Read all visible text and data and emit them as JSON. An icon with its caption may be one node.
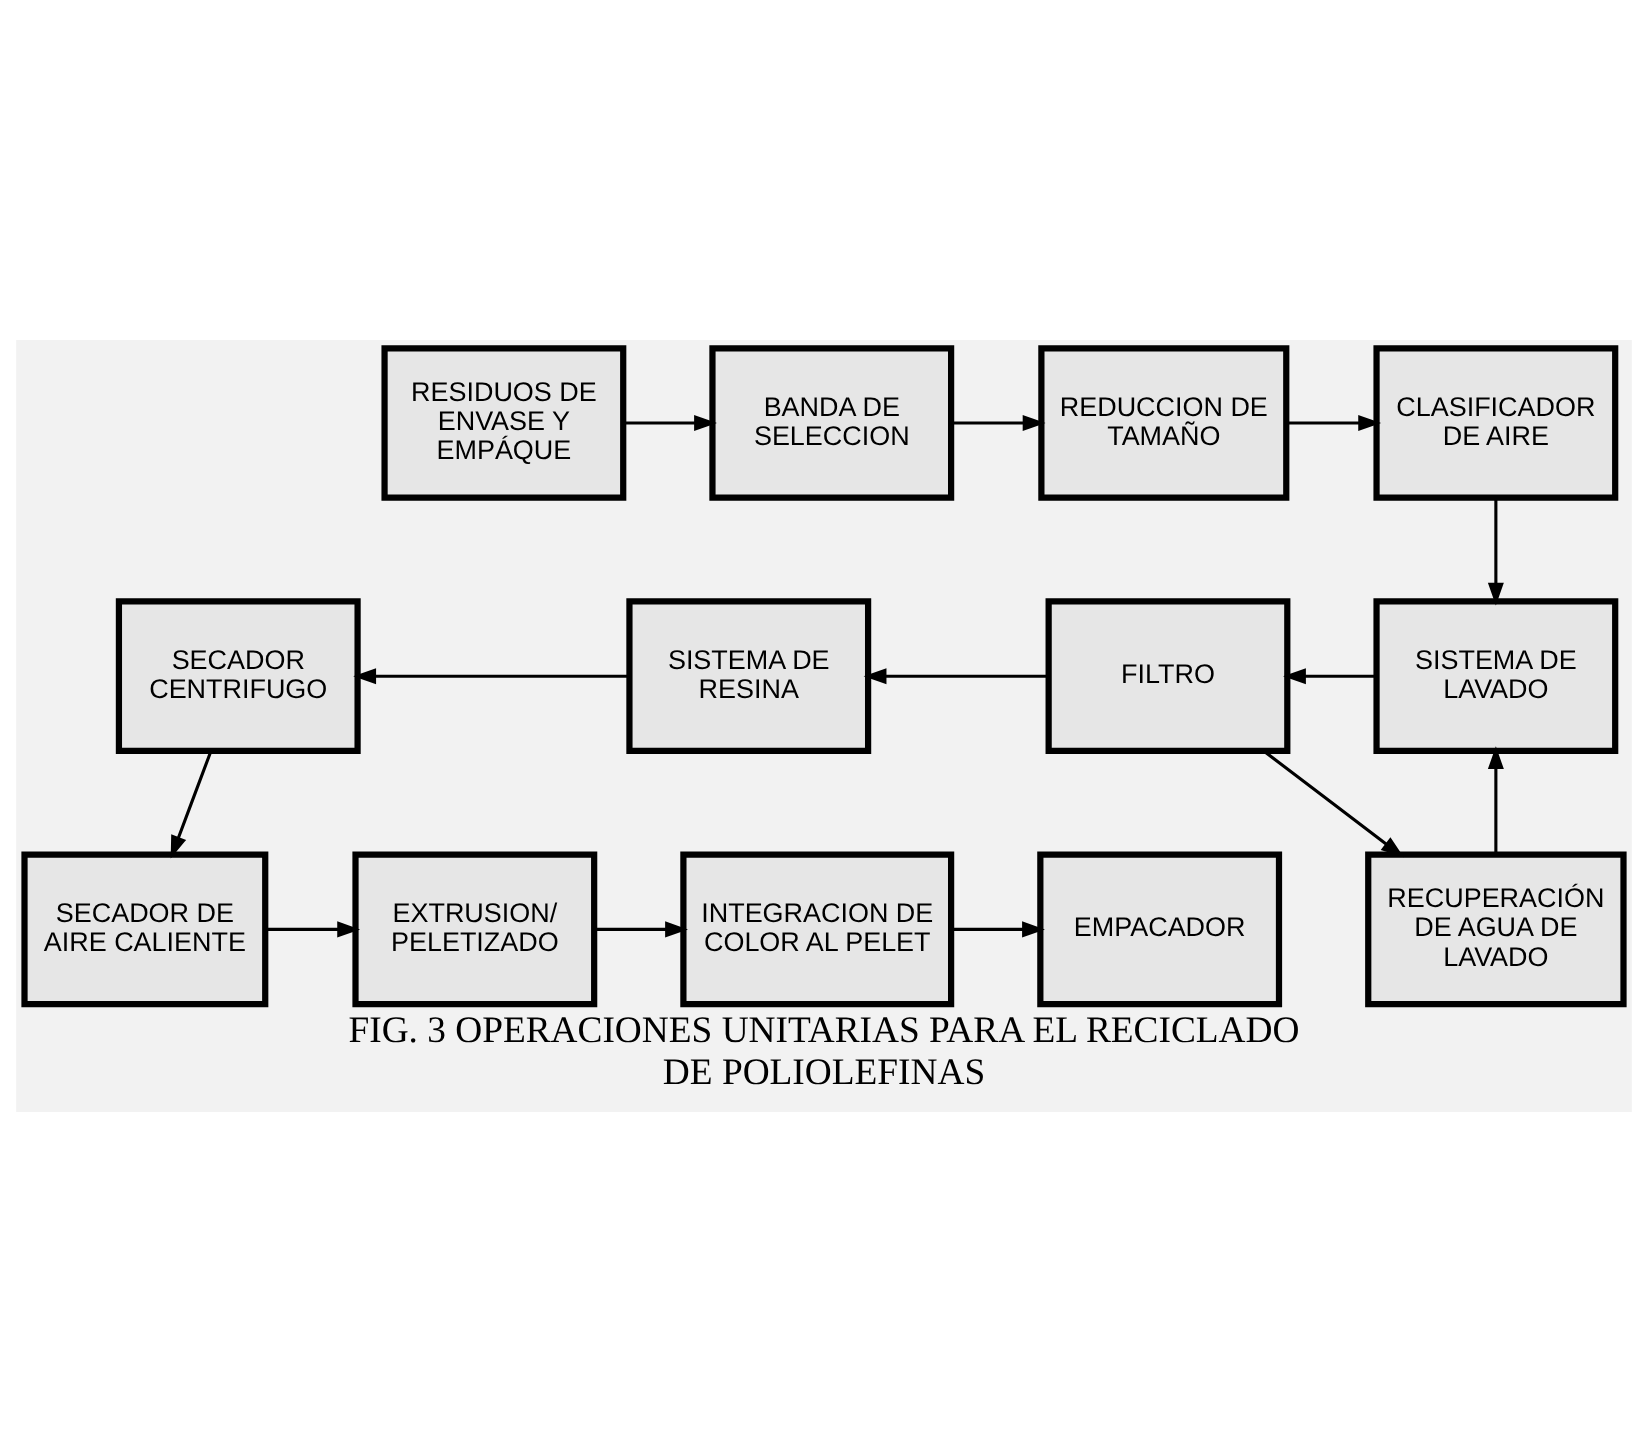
{
  "diagram": {
    "caption": "FIG. 3 OPERACIONES UNITARIAS PARA EL RECICLADO DE POLIOLEFINAS",
    "nodes": [
      {
        "text": [
          "RESIDUOS DE ENVASE Y EMPÁQUE"
        ]
      },
      {
        "text": [
          "BANDA DE SELECCION"
        ]
      },
      {
        "text": [
          "REDUCCION DE TAMAÑO"
        ]
      },
      {
        "text": [
          "CLASIFICADOR DE AIRE"
        ]
      },
      {
        "text": [
          "SECADOR CENTRIFUGO"
        ]
      },
      {
        "text": [
          "SISTEMA DE RESINA"
        ]
      },
      {
        "text": [
          "FILTRO"
        ]
      },
      {
        "text": [
          "SISTEMA DE LAVADO"
        ]
      },
      {
        "text": [
          "RECUPERACIÓN DE AGUA DE LAVADO"
        ]
      },
      {
        "text": [
          "SECADOR DE AIRE CALIENTE"
        ]
      },
      {
        "text": [
          "EXTRUSION/ PELETIZADO"
        ]
      },
      {
        "text": [
          "INTEGRACION DE COLOR AL PELET"
        ]
      },
      {
        "text": [
          "EMPACADOR"
        ]
      }
    ],
    "edges": [
      {
        "from": 0,
        "to": 1,
        "arrow": "to"
      },
      {
        "from": 1,
        "to": 2,
        "arrow": "to"
      },
      {
        "from": 2,
        "to": 3,
        "arrow": "to"
      },
      {
        "from": 3,
        "to": 7,
        "arrow": "to"
      },
      {
        "from": 7,
        "to": 6,
        "arrow": "to"
      },
      {
        "from": 6,
        "to": 5,
        "arrow": "to"
      },
      {
        "from": 5,
        "to": 4,
        "arrow": "to"
      },
      {
        "from": 6,
        "to": 8,
        "arrow": "to"
      },
      {
        "from": 8,
        "to": 7,
        "arrow": "to"
      },
      {
        "from": 4,
        "to": 9,
        "arrow": "to"
      },
      {
        "from": 9,
        "to": 10,
        "arrow": "to"
      },
      {
        "from": 10,
        "to": 11,
        "arrow": "to"
      },
      {
        "from": 11,
        "to": 12,
        "arrow": "to"
      }
    ]
  }
}
